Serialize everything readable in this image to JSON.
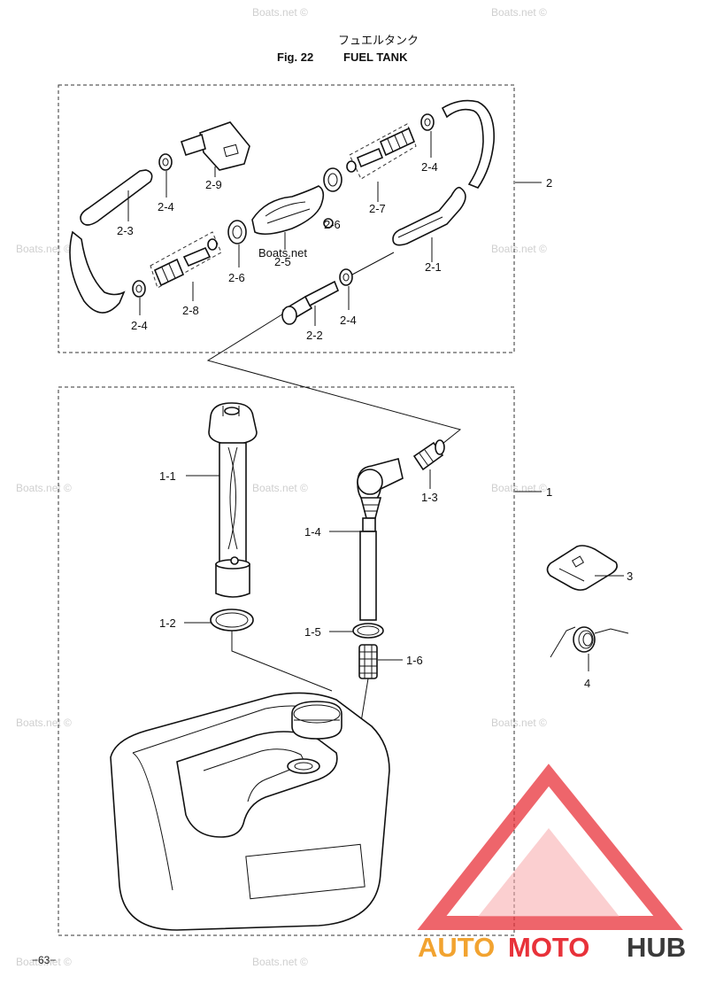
{
  "title": {
    "japanese": "フュエルタンク",
    "fig_number": "Fig. 22",
    "name": "FUEL TANK"
  },
  "group_labels": {
    "hose_assembly": "2",
    "tank_assembly": "1",
    "part_3": "3",
    "part_4": "4"
  },
  "callouts": {
    "c2_1": "2-1",
    "c2_2": "2-2",
    "c2_3": "2-3",
    "c2_4a": "2-4",
    "c2_4b": "2-4",
    "c2_4c": "2-4",
    "c2_4d": "2-4",
    "c2_5": "2-5",
    "c2_6a": "2-6",
    "c2_6b": "2-6",
    "c2_7": "2-7",
    "c2_8": "2-8",
    "c2_9": "2-9",
    "c1_1": "1-1",
    "c1_2": "1-2",
    "c1_3": "1-3",
    "c1_4": "1-4",
    "c1_5": "1-5",
    "c1_6": "1-6"
  },
  "watermark": "Boats.net ©",
  "watermark_center": "Boats.net",
  "logo": {
    "part1": "AUTO",
    "part2": "MOTO",
    "part3": "HUB",
    "color_red": "#e8323a",
    "color_orange": "#f2a330",
    "color_dark": "#3a3a3a"
  },
  "page_number": "−63−"
}
